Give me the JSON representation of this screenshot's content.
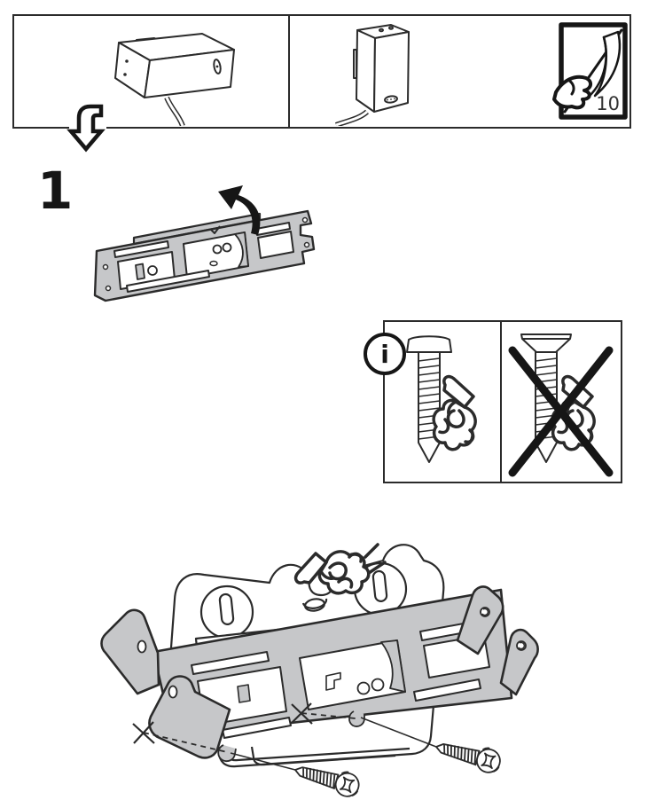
{
  "page": {
    "background": "#ffffff",
    "ink": "#2b2b2b",
    "black": "#161616",
    "metal_gray": "#c6c7c9"
  },
  "overview_box": {
    "left_item_icon": "power-driver-angled-icon",
    "right_item_icon": "power-driver-upright-icon",
    "page_flip": {
      "icon": "page-flip-icon",
      "page_number": "10"
    }
  },
  "continuation": {
    "icon": "flip-down-arrow-icon"
  },
  "step": {
    "number": "1",
    "icons": [
      "mounting-bracket-icon",
      "rotate-up-arrow-icon"
    ]
  },
  "info_box": {
    "symbol": "i",
    "correct_panel_icons": [
      "pan-head-screw-icon",
      "pointing-hand-icon"
    ],
    "wrong_panel_icons": [
      "countersunk-screw-icon",
      "pointing-hand-icon",
      "cross-out-icon"
    ]
  },
  "assembly": {
    "icons": [
      "pointing-hand-icon",
      "wall-plate-icon",
      "mounting-bracket-icon",
      "screw-icon",
      "screw-icon",
      "x-mark-icon",
      "x-mark-icon",
      "alignment-dashed-line"
    ]
  }
}
